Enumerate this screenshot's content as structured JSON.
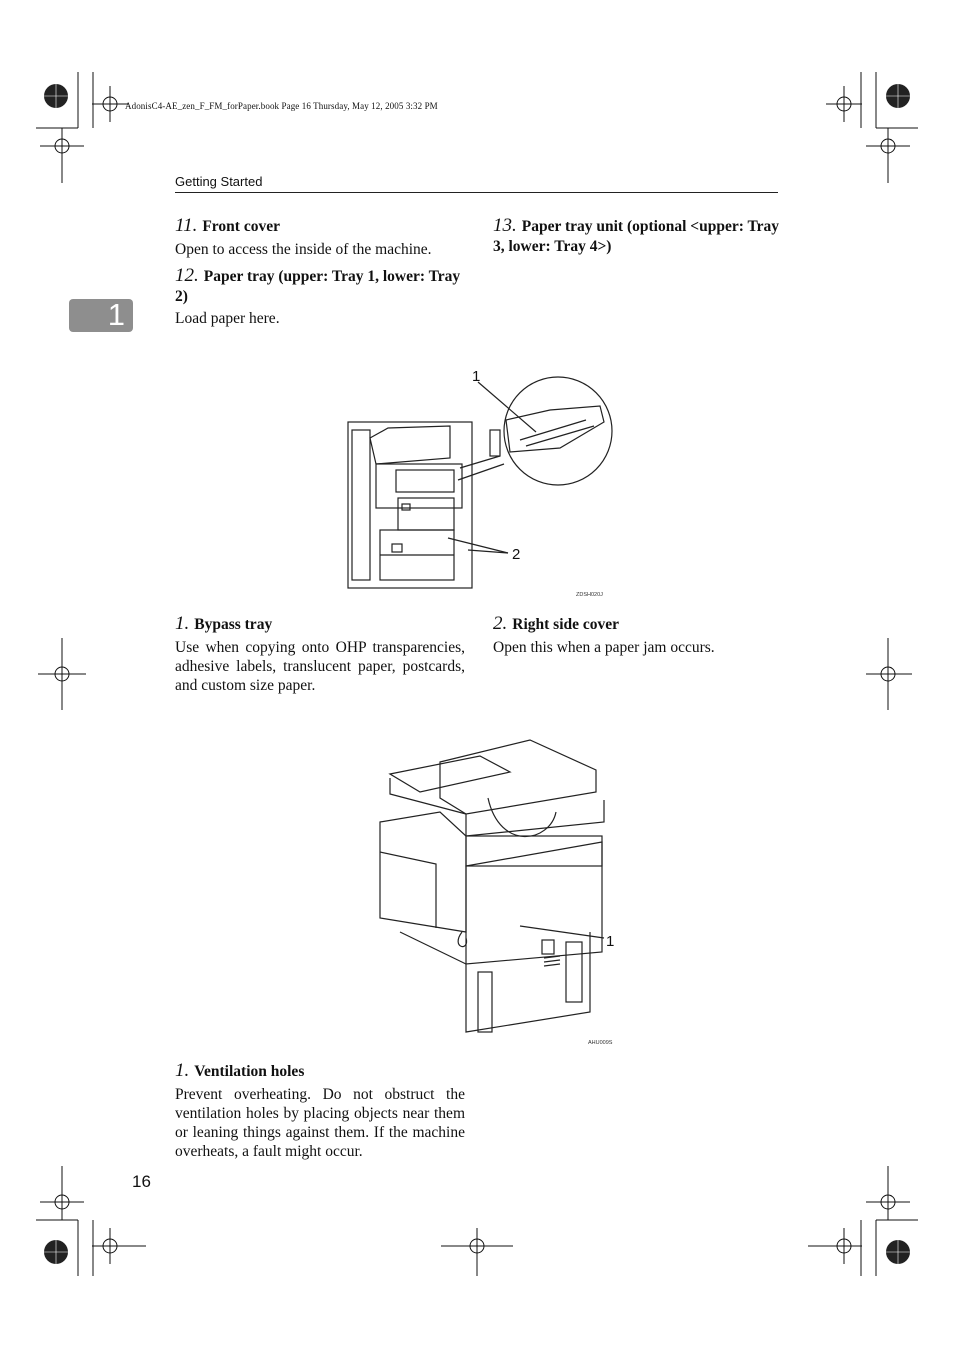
{
  "header": {
    "file_info": "AdonisC4-AE_zen_F_FM_forPaper.book  Page 16  Thursday, May 12, 2005  3:32 PM",
    "running_head": "Getting Started"
  },
  "chapter_tab": {
    "number": "1"
  },
  "items_top": [
    {
      "number": "11.",
      "title": "Front cover",
      "body": "Open to access the inside of the machine."
    },
    {
      "number": "12.",
      "title": "Paper tray (upper: Tray 1, lower: Tray 2)",
      "body": "Load paper here."
    },
    {
      "number": "13.",
      "title": "Paper tray unit (optional <upper: Tray 3, lower: Tray 4>)",
      "body": ""
    }
  ],
  "figure1": {
    "code": "ZDSH020J",
    "callouts": [
      "1",
      "2"
    ]
  },
  "items_fig1": [
    {
      "number": "1.",
      "title": "Bypass tray",
      "body": "Use when copying onto OHP transparencies, adhesive labels, translucent paper, postcards, and custom size paper."
    },
    {
      "number": "2.",
      "title": "Right side cover",
      "body": "Open this when a paper jam occurs."
    }
  ],
  "figure2": {
    "code": "AHU009S",
    "callouts": [
      "1"
    ]
  },
  "items_fig2": [
    {
      "number": "1.",
      "title": "Ventilation holes",
      "body": "Prevent overheating. Do not obstruct the ventilation holes by placing objects near them or leaning things against them. If the machine overheats, a fault might occur."
    }
  ],
  "footer": {
    "page_number": "16"
  }
}
